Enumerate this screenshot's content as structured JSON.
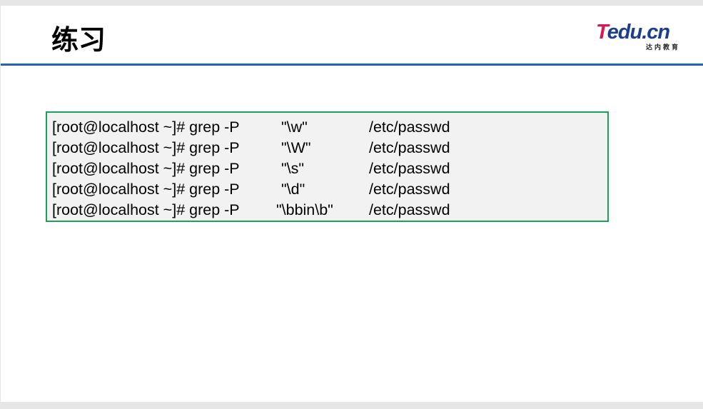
{
  "slide": {
    "title": "练习",
    "logo": {
      "brand_first": "T",
      "brand_rest": "edu.cn",
      "subtitle": "达内教育",
      "colors": {
        "brand_first": "#d6185b",
        "brand_rest": "#1b3f8e"
      }
    },
    "accent_color": "#2166a8",
    "code_box_border_color": "#1da15a"
  },
  "code": {
    "lines": [
      {
        "prompt": "[root@localhost ~]# grep -P",
        "pattern": "\"\\w\"",
        "file": "/etc/passwd"
      },
      {
        "prompt": "[root@localhost ~]# grep -P",
        "pattern": "\"\\W\"",
        "file": "/etc/passwd"
      },
      {
        "prompt": "[root@localhost ~]# grep -P",
        "pattern": "\"\\s\"",
        "file": "/etc/passwd"
      },
      {
        "prompt": "[root@localhost ~]# grep -P",
        "pattern": "\"\\d\"",
        "file": "/etc/passwd"
      },
      {
        "prompt": "[root@localhost ~]# grep -P",
        "pattern": "\"\\bbin\\b\"",
        "file": "/etc/passwd"
      }
    ]
  }
}
